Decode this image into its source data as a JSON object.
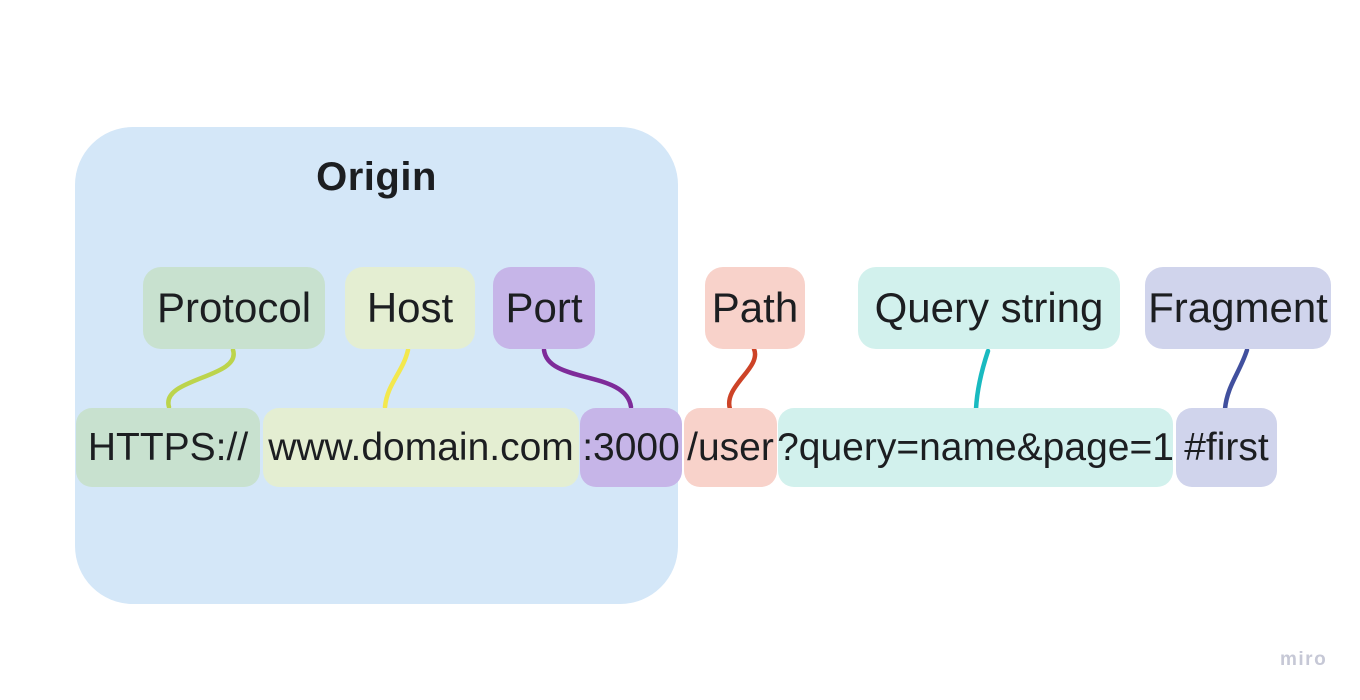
{
  "diagram": {
    "group_title": "Origin",
    "watermark": "miro",
    "labels": [
      {
        "id": "protocol",
        "text": "Protocol"
      },
      {
        "id": "host",
        "text": "Host"
      },
      {
        "id": "port",
        "text": "Port"
      },
      {
        "id": "path",
        "text": "Path"
      },
      {
        "id": "query",
        "text": "Query string"
      },
      {
        "id": "fragment",
        "text": "Fragment"
      }
    ],
    "url_segments": [
      {
        "id": "protocol",
        "text": "HTTPS://"
      },
      {
        "id": "host",
        "text": "www.domain.com"
      },
      {
        "id": "port",
        "text": ":3000"
      },
      {
        "id": "path",
        "text": "/user"
      },
      {
        "id": "query",
        "text": "?query=name&page=1"
      },
      {
        "id": "fragment",
        "text": "#first"
      }
    ],
    "full_url": "HTTPS://www.domain.com:3000/user?query=name&page=1#first"
  },
  "colors": {
    "fill_origin": "#d4e7f8",
    "fill_protocol": "#c8e1cf",
    "fill_host": "#e4eed2",
    "fill_port": "#c6b5e8",
    "fill_path": "#f8d2ca",
    "fill_query": "#d2f1ed",
    "fill_fragment": "#d0d4ec",
    "line_protocol": "#bcd44c",
    "line_host": "#f3e84e",
    "line_port": "#7e2b99",
    "line_path": "#cd4327",
    "line_query": "#19bac0",
    "line_fragment": "#41509e",
    "text_dark": "#1c1e21",
    "watermark": "#c6c8d6"
  }
}
